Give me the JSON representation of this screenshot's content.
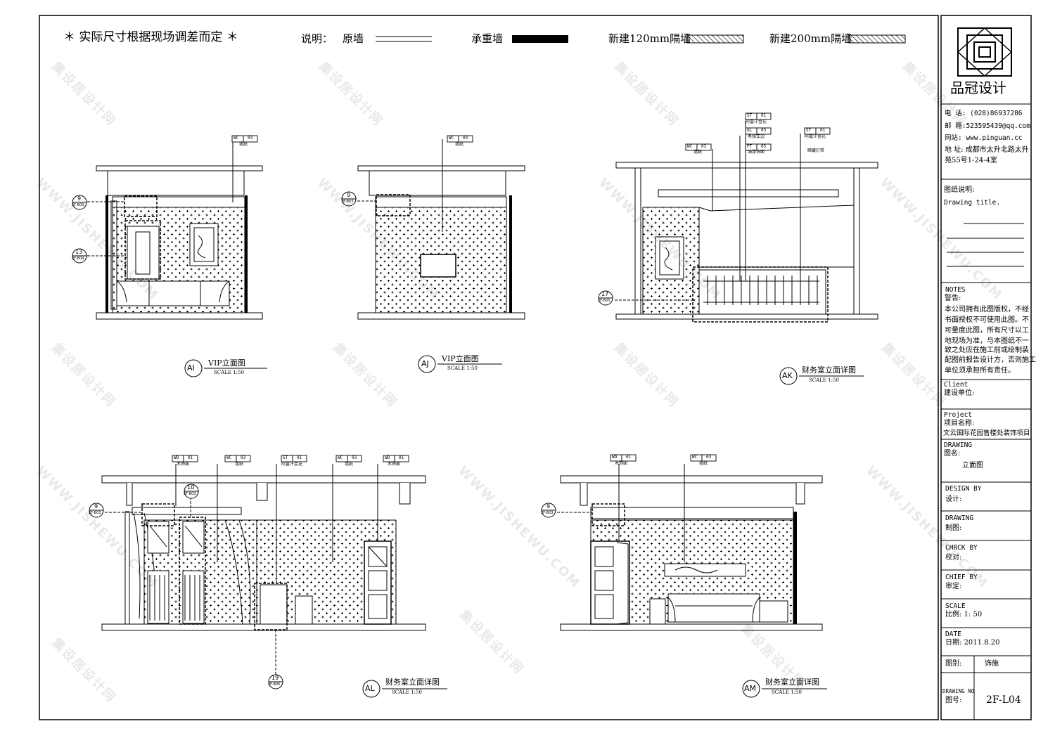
{
  "header": {
    "note": "＊ 实际尺寸根据现场调差而定 ＊",
    "legend_title": "说明：",
    "legend_original_wall": "原墙",
    "legend_bearing_wall": "承重墙",
    "legend_new_120": "新建120mm隔墙",
    "legend_new_200": "新建200mm隔墙"
  },
  "elevations": [
    {
      "mark": "AI",
      "title": "VIP立面图",
      "scale": "SCALE 1:50"
    },
    {
      "mark": "AJ",
      "title": "VIP立面图",
      "scale": "SCALE 1:50"
    },
    {
      "mark": "AK",
      "title": "财务室立面详图",
      "scale": "SCALE 1:50"
    },
    {
      "mark": "AL",
      "title": "财务室立面详图",
      "scale": "SCALE 1:50"
    },
    {
      "mark": "AM",
      "title": "财务室立面详图",
      "scale": "SCALE 1:50"
    }
  ],
  "callouts": {
    "ai_tag": {
      "code": "WC",
      "num": "03",
      "label": "墙纸"
    },
    "aj_tag": {
      "code": "WC",
      "num": "03",
      "label": "墙纸"
    },
    "ak_tag1": {
      "code": "WC",
      "num": "03",
      "label": "墙纸"
    },
    "ak_tag2": {
      "code": "ST",
      "num": "01",
      "label": "阿富汗金花"
    },
    "ak_tag3": {
      "code": "GL",
      "num": "03",
      "label": "黑镜车边"
    },
    "ak_tag4": {
      "code": "PT",
      "num": "05",
      "label": "油漆饰面"
    },
    "ak_tag5": {
      "code": "ST",
      "num": "01",
      "label": "阿富汗金花"
    },
    "ak_tag5b": "暗藏灯带",
    "al_tag1": {
      "code": "WD",
      "num": "01",
      "label": "木饰面"
    },
    "al_tag2": {
      "code": "WC",
      "num": "03",
      "label": "墙纸"
    },
    "al_tag3": {
      "code": "ST",
      "num": "01",
      "label": "阿富汗金花"
    },
    "al_tag4": {
      "code": "WC",
      "num": "03",
      "label": "墙纸"
    },
    "al_tag5": {
      "code": "WD",
      "num": "01",
      "label": "木饰面"
    },
    "am_tag1": {
      "code": "WD",
      "num": "01",
      "label": "木饰面"
    },
    "am_tag2": {
      "code": "WC",
      "num": "03",
      "label": "墙纸"
    }
  },
  "detail_markers": {
    "ai_a": {
      "num": "9",
      "ref": "2F-B03"
    },
    "ai_b": {
      "num": "13",
      "ref": "2F-B04"
    },
    "aj_a": {
      "num": "9",
      "ref": "2F-B03"
    },
    "ak_a": {
      "num": "17",
      "ref": "2F-B05"
    },
    "al_a": {
      "num": "9",
      "ref": "2F-B03"
    },
    "al_b": {
      "num": "10",
      "ref": "2F-B03"
    },
    "al_c": {
      "num": "19",
      "ref": "2F-B05"
    },
    "am_a": {
      "num": "9",
      "ref": "2F-B03"
    }
  },
  "title_block": {
    "company": "品冠设计",
    "phone": "电 话: (028)86937286",
    "email": "邮 箱:523595439@qq.com",
    "website": "网站: www.pinguan.cc",
    "address1": "地 址: 成都市太升北路太升",
    "address2": "苑55号1-24-4室",
    "drawing_title_cn": "图纸说明:",
    "drawing_title_en": "Drawing title.",
    "notes_en": "NOTES",
    "notes_cn": "警告:",
    "notes_body": [
      "本公司拥有此图版权，不经",
      "书面授权不可使用此图。不",
      "可量度此图，所有尺寸以工",
      "地现场为准，与本图纸不一",
      "致之处应在施工前或绘制装",
      "配图前报告设计方，否则施工",
      "单位须承担所有责任。"
    ],
    "client_en": "Client",
    "client_cn": "建设单位:",
    "project_en": "Project",
    "project_cn": "项目名称:",
    "project_name": "文云国际花园售楼处装饰项目",
    "drawing_en": "DRAWING",
    "drawing_cn": "图名:",
    "drawing_name": "立面图",
    "design_en": "DESIGN BY",
    "design_cn": "设计:",
    "drawn_en": "DRAWING",
    "drawn_cn": "制图:",
    "check_en": "CHRCK BY",
    "check_cn": "校对:",
    "chief_en": "CHIEF BY",
    "chief_cn": "审定:",
    "scale_en": "SCALE",
    "scale_cn": "比例: 1: 50",
    "date_en": "DATE",
    "date_cn": "日期: 2011.8.20",
    "category_label": "图别:",
    "category_value": "饰施",
    "drawing_no_en": "DRAWING NO",
    "drawing_no_cn": "图号:",
    "drawing_no": "2F-L04"
  },
  "watermarks": [
    "集设居设计网",
    "WWW.JISHEWU.COM"
  ]
}
